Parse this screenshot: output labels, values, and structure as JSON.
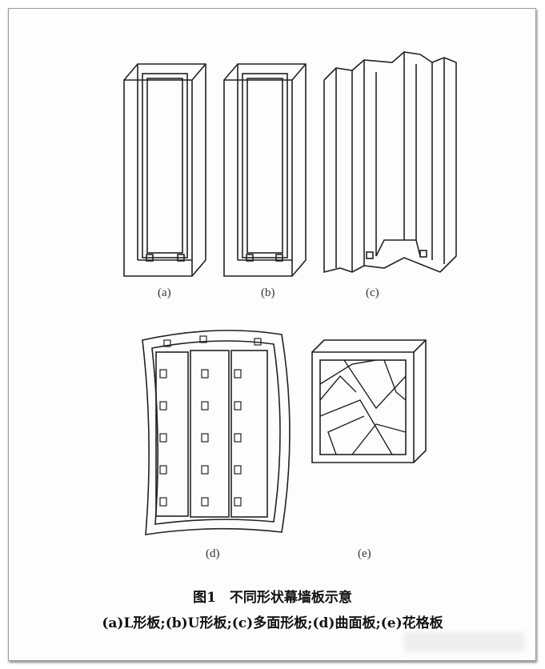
{
  "figure": {
    "panel_labels": [
      "(a)",
      "(b)",
      "(c)",
      "(d)",
      "(e)"
    ],
    "title": "图1　不同形状幕墙板示意",
    "legend": "(a)L形板;(b)U形板;(c)多面形板;(d)曲面板;(e)花格板"
  }
}
